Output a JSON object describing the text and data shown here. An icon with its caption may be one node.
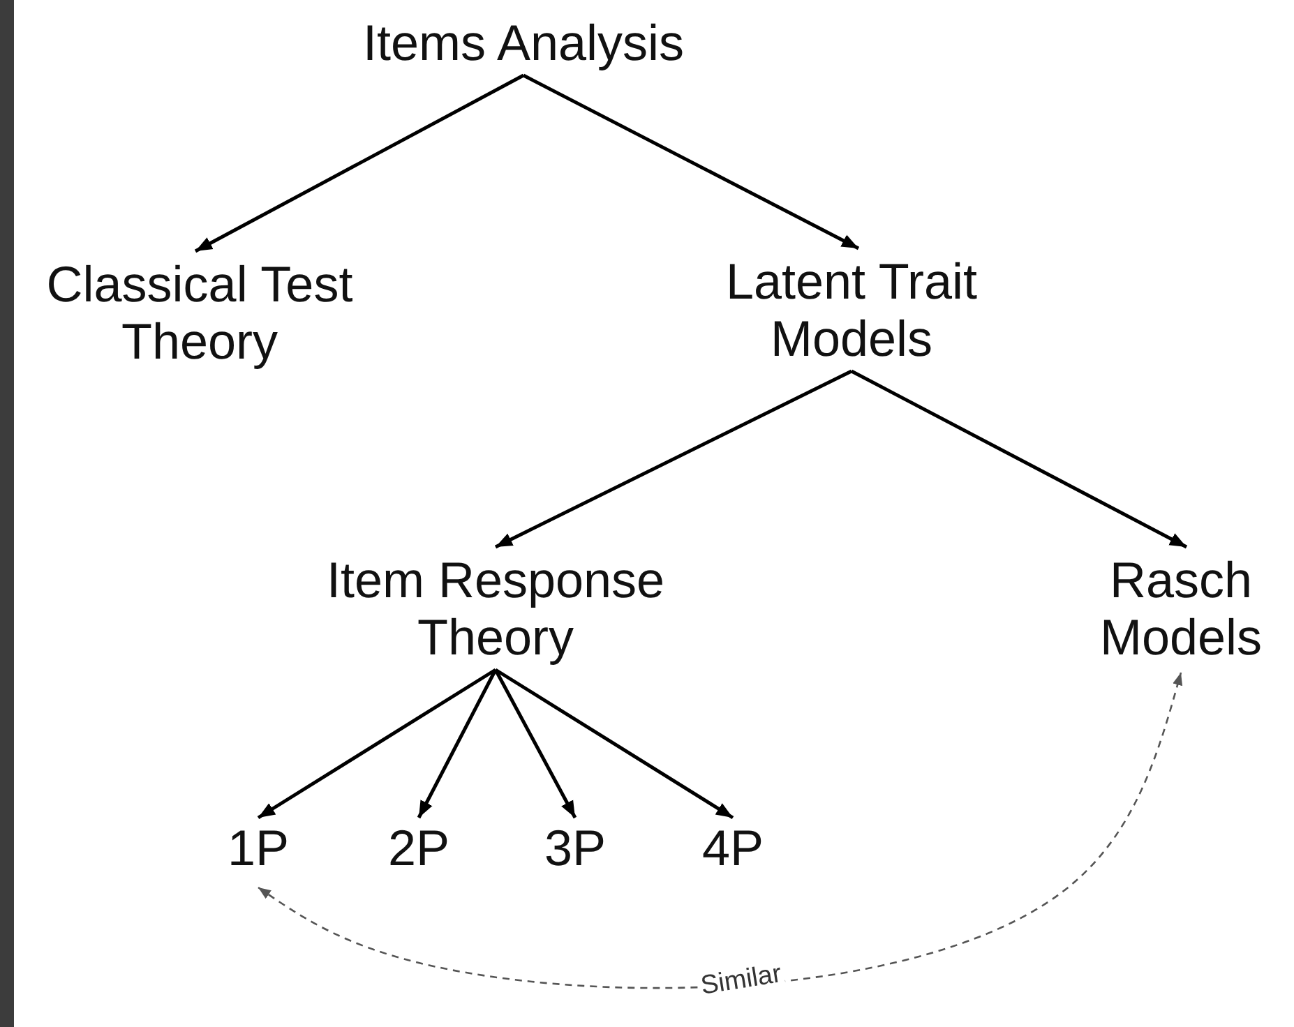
{
  "diagram": {
    "nodes": [
      {
        "text": [
          "Items Analysis"
        ]
      },
      {
        "text": [
          "Classical Test Theory"
        ]
      },
      {
        "text": [
          "Latent Trait Models"
        ]
      },
      {
        "text": [
          "Item Response Theory"
        ]
      },
      {
        "text": [
          "Rasch Models"
        ]
      },
      {
        "text": [
          "1P"
        ]
      },
      {
        "text": [
          "2P"
        ]
      },
      {
        "text": [
          "3P"
        ]
      },
      {
        "text": [
          "4P"
        ]
      }
    ],
    "edges": [
      {
        "from": 0,
        "to": 1,
        "arrow": "to"
      },
      {
        "from": 0,
        "to": 2,
        "arrow": "to"
      },
      {
        "from": 2,
        "to": 3,
        "arrow": "to"
      },
      {
        "from": 2,
        "to": 4,
        "arrow": "to"
      },
      {
        "from": 3,
        "to": 5,
        "arrow": "to"
      },
      {
        "from": 3,
        "to": 6,
        "arrow": "to"
      },
      {
        "from": 3,
        "to": 7,
        "arrow": "to"
      },
      {
        "from": 3,
        "to": 8,
        "arrow": "to"
      },
      {
        "from": 5,
        "to": 4,
        "arrow": "both",
        "style": "dashed",
        "label": "Similar"
      }
    ]
  }
}
